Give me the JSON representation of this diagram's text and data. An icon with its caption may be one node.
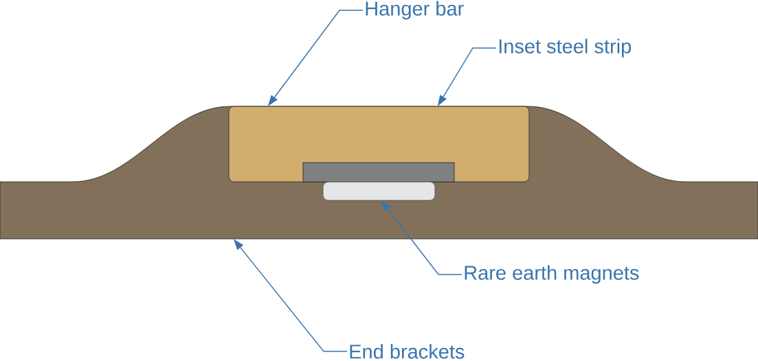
{
  "diagram": {
    "nodes": [
      {
        "text": [
          "Hanger bar"
        ]
      },
      {
        "text": [
          "Inset steel strip"
        ]
      },
      {
        "text": [],
        "shape": "box"
      },
      {
        "text": [],
        "shape": "box",
        "in": 2
      },
      {
        "text": [],
        "shape": "box",
        "in": 2
      },
      {
        "text": [
          "Rare earth magnets"
        ]
      },
      {
        "text": [
          "End brackets"
        ]
      }
    ],
    "edges": [
      {
        "from": 0,
        "to": 3,
        "arrow": "to"
      },
      {
        "from": 1,
        "to": 3,
        "arrow": "to"
      },
      {
        "from": 5,
        "to": 4,
        "arrow": "to"
      },
      {
        "from": 6,
        "to": 2,
        "arrow": "to"
      }
    ]
  }
}
